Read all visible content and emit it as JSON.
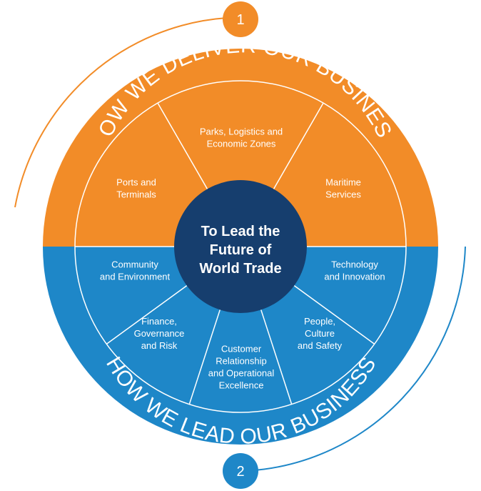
{
  "center": {
    "lines": [
      "To Lead the",
      "Future of",
      "World Trade"
    ]
  },
  "top_half": {
    "ring_label": "HOW WE DELIVER OUR BUSINESS",
    "color": "#F28C28",
    "segments": [
      {
        "lines": [
          "Ports and",
          "Terminals"
        ]
      },
      {
        "lines": [
          "Parks, Logistics and",
          "Economic Zones"
        ]
      },
      {
        "lines": [
          "Maritime",
          "Services"
        ]
      }
    ]
  },
  "bottom_half": {
    "ring_label": "HOW WE LEAD OUR BUSINESS",
    "color": "#1E87C8",
    "segments": [
      {
        "lines": [
          "Community",
          "and Environment"
        ]
      },
      {
        "lines": [
          "Finance,",
          "Governance",
          "and Risk"
        ]
      },
      {
        "lines": [
          "Customer",
          "Relationship",
          "and Operational",
          "Excellence"
        ]
      },
      {
        "lines": [
          "People,",
          "Culture",
          "and Safety"
        ]
      },
      {
        "lines": [
          "Technology",
          "and Innovation"
        ]
      }
    ]
  },
  "badges": [
    {
      "label": "1",
      "color": "#F28C28"
    },
    {
      "label": "2",
      "color": "#1E87C8"
    }
  ],
  "colors": {
    "center": "#163E6E",
    "divider": "#ffffff"
  }
}
